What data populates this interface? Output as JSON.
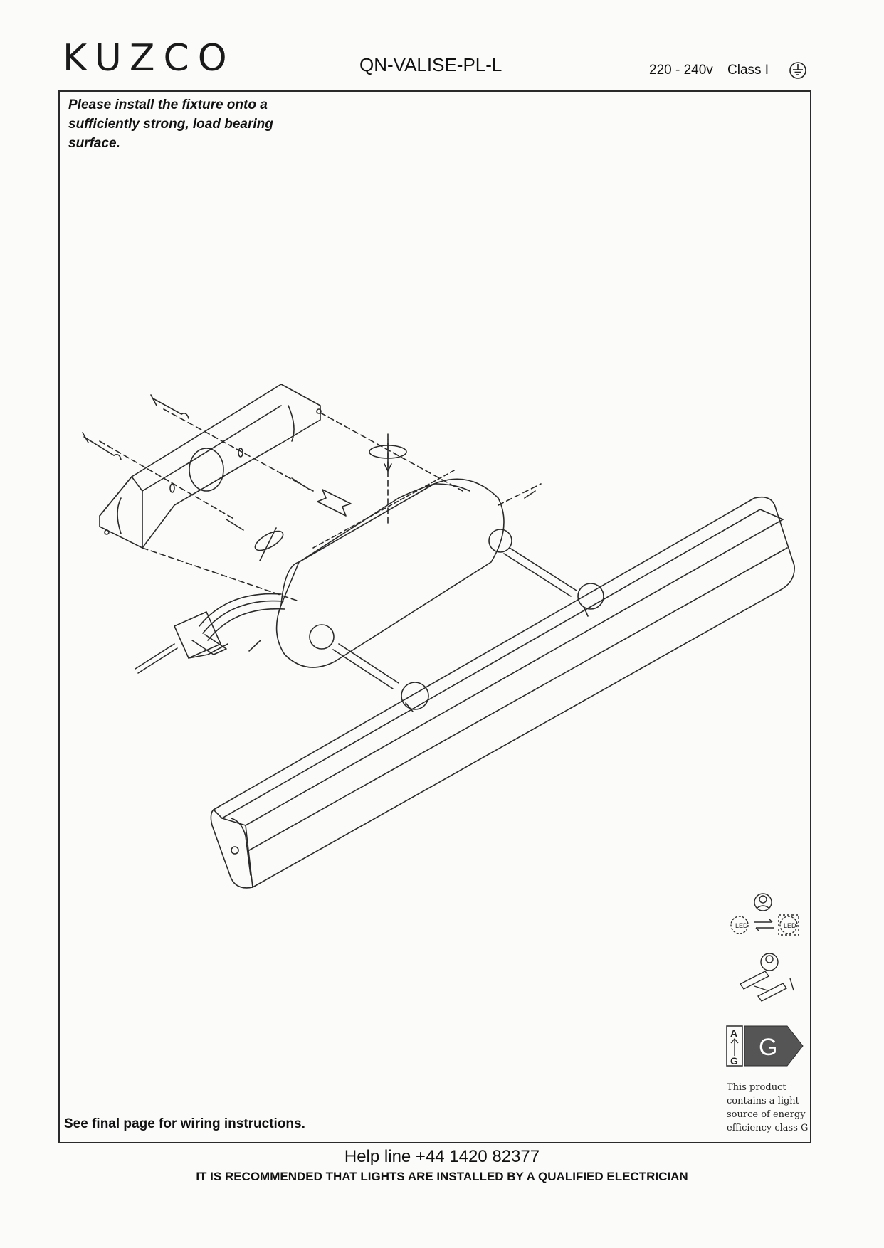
{
  "header": {
    "brand": "KUZCO",
    "model": "QN-VALISE-PL-L",
    "voltage": "220 - 240v",
    "class_label": "Class I",
    "earth_symbol": "earth-ground-icon"
  },
  "notes": {
    "install": "Please install the fixture onto a sufficiently strong, load bearing surface.",
    "wiring": "See final page for wiring instructions."
  },
  "energy": {
    "class": "G",
    "scale_top": "A",
    "scale_bottom": "G",
    "text": "This product contains a light source of energy efficiency class G"
  },
  "footer": {
    "helpline": "Help line +44 1420 82377",
    "recommendation": "IT IS RECOMMENDED THAT LIGHTS ARE INSTALLED BY A QUALIFIED ELECTRICIAN"
  },
  "colors": {
    "line": "#2a2a2a",
    "background": "#fbfbfa",
    "energy_arrow": "#555555"
  }
}
